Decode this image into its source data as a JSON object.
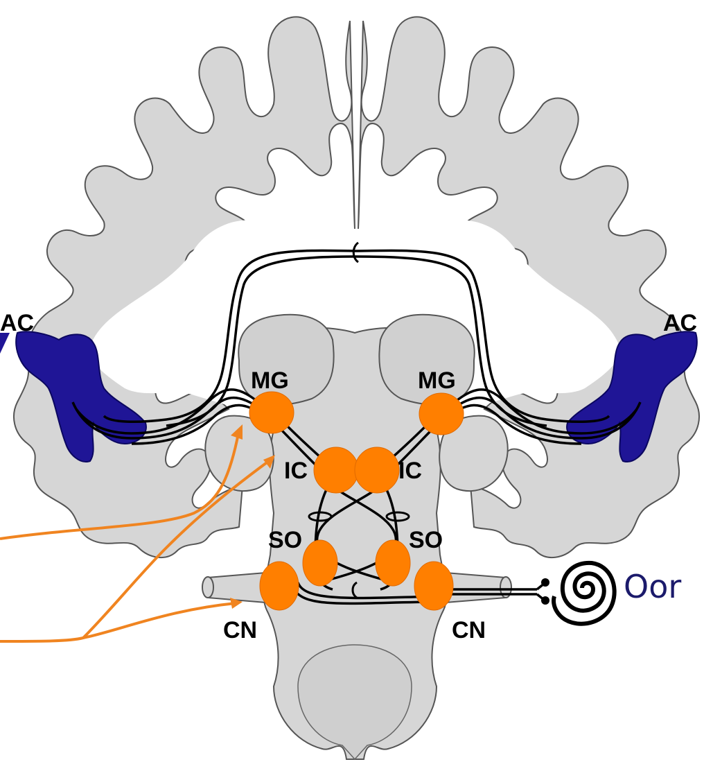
{
  "colors": {
    "tissue": "#d6d6d6",
    "outline": "#555555",
    "nucleus": "#ff7f00",
    "cortex": "#1f1596",
    "pathway": "#000000",
    "arrow": "#f08420",
    "ear_text": "#1b1a6b"
  },
  "labels": {
    "ac_left": "AC",
    "ac_right": "AC",
    "mg_left": "MG",
    "mg_right": "MG",
    "ic_left": "IC",
    "ic_right": "IC",
    "so_left": "SO",
    "so_right": "SO",
    "cn_left": "CN",
    "cn_right": "CN",
    "ear": "Oor"
  },
  "icons": {
    "ear": "cochlea-spiral-icon",
    "arrows": "orange-pointer-arrows"
  }
}
